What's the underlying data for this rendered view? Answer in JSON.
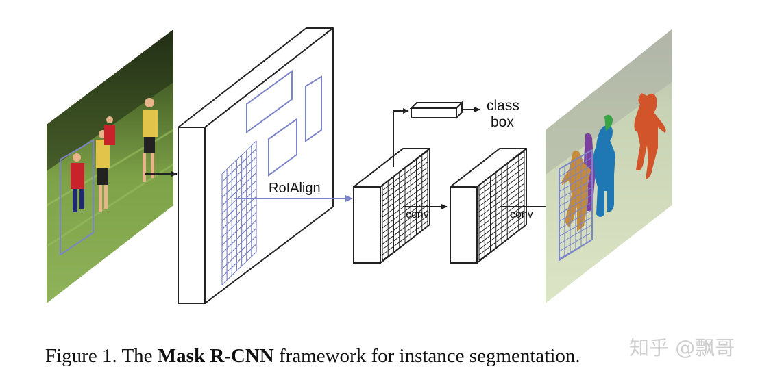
{
  "labels": {
    "roi_align": "RoIAlign",
    "class": "class",
    "box": "box",
    "conv_1": "conv",
    "conv_2": "conv"
  },
  "caption": {
    "prefix": "Figure 1. The ",
    "bold": "Mask R-CNN",
    "suffix": " framework for instance segmentation."
  },
  "watermark": "知乎 @飘哥",
  "colors": {
    "roi": "#7b84c8",
    "line": "#222222",
    "mask_person_orange": "#d2542a",
    "mask_person_blue": "#1f78b4",
    "mask_person_green": "#3aa547",
    "mask_person_purple": "#7b3fa0",
    "mask_person_tan": "#c58b3a"
  }
}
